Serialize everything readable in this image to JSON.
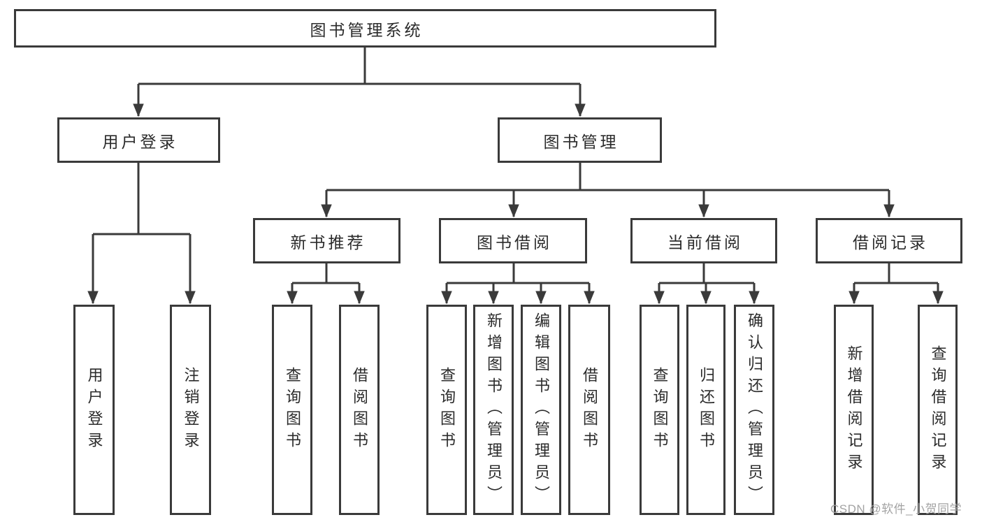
{
  "title": "图书管理系统",
  "tree": {
    "branches": [
      {
        "label": "用户登录",
        "leaves": [
          "用户登录",
          "注销登录"
        ]
      },
      {
        "label": "图书管理",
        "sections": [
          {
            "label": "新书推荐",
            "leaves": [
              "查询图书",
              "借阅图书"
            ]
          },
          {
            "label": "图书借阅",
            "leaves": [
              "查询图书",
              "新增图书（管理员）",
              "编辑图书（管理员）",
              "借阅图书"
            ]
          },
          {
            "label": "当前借阅",
            "leaves": [
              "查询图书",
              "归还图书",
              "确认归还（管理员）"
            ]
          },
          {
            "label": "借阅记录",
            "leaves": [
              "新增借阅记录",
              "查询借阅记录"
            ]
          }
        ]
      }
    ]
  },
  "watermark": "CSDN @软件_小贺同学",
  "colors": {
    "line": "#3a3a3a",
    "text": "#2b2b2b",
    "watermark": "#a3a3a3"
  }
}
